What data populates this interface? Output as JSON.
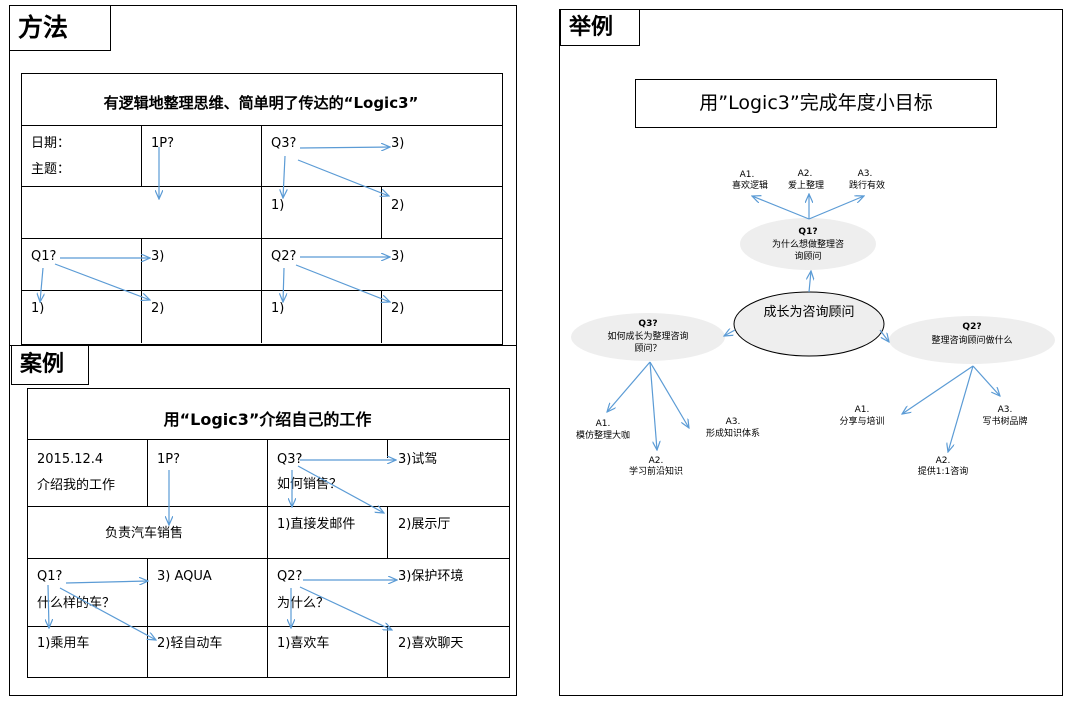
{
  "method": {
    "tag": "方法",
    "title": "有逻辑地整理思维、简单明了传达的“Logic3”",
    "date_label": "日期：",
    "topic_label": "主题：",
    "p1": "1P?",
    "q1": "Q1?",
    "q2": "Q2?",
    "q3": "Q3?",
    "a1": "1)",
    "a2": "2)",
    "a3": "3)"
  },
  "case": {
    "tag": "案例",
    "title": "用“Logic3”介绍自己的工作",
    "date": "2015.12.4",
    "topic": "介绍我的工作",
    "p1": "1P?",
    "p1_answer": "负责汽车销售",
    "q3": "Q3?",
    "q3_text": "如何销售？",
    "q3_a3": "3)试驾",
    "q3_a1": "1)直接发邮件",
    "q3_a2": "2)展示厅",
    "q1": "Q1?",
    "q1_text": "什么样的车？",
    "q1_a3": "3) AQUA",
    "q1_a1": "1)乘用车",
    "q1_a2": "2)轻自动车",
    "q2": "Q2?",
    "q2_text": "为什么？",
    "q2_a3": "3)保护环境",
    "q2_a1": "1)喜欢车",
    "q2_a2": "2)喜欢聊天"
  },
  "example": {
    "tag": "举例",
    "title": "用”Logic3”完成年度小目标",
    "center": "成长为咨询顾问",
    "q1_label": "Q1?",
    "q1_text": "为什么想做整理咨询顾问",
    "q1_a1": "A1.",
    "q1_a1_text": "喜欢逻辑",
    "q1_a2": "A2.",
    "q1_a2_text": "爱上整理",
    "q1_a3": "A3.",
    "q1_a3_text": "践行有效",
    "q2_label": "Q2?",
    "q2_text": "整理咨询顾问做什么",
    "q2_a1": "A1.",
    "q2_a1_text": "分享与培训",
    "q2_a2": "A2.",
    "q2_a2_text": "提供1:1咨询",
    "q2_a3": "A3.",
    "q2_a3_text": "写书树品牌",
    "q3_label": "Q3?",
    "q3_text": "如何成长为整理咨询顾问？",
    "q3_a1": "A1.",
    "q3_a1_text": "模仿整理大咖",
    "q3_a2": "A2.",
    "q3_a2_text": "学习前沿知识",
    "q3_a3": "A3.",
    "q3_a3_text": "形成知识体系"
  },
  "colors": {
    "arrow": "#5b9bd5",
    "ellipse_fill": "#eeeeee",
    "center_fill": "#eeeeee"
  }
}
